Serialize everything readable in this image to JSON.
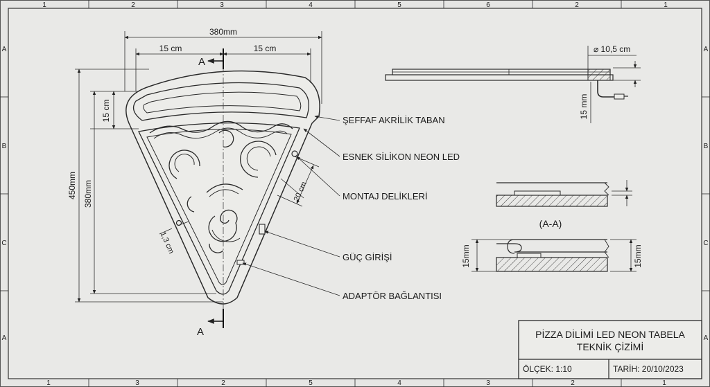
{
  "frame": {
    "top_zones": [
      "1",
      "2",
      "3",
      "4",
      "5",
      "6",
      "2",
      "1"
    ],
    "bottom_zones": [
      "1",
      "3",
      "2",
      "5",
      "4",
      "3",
      "2",
      "1"
    ],
    "left_zones": [
      "A",
      "B",
      "C",
      "A"
    ],
    "right_zones": [
      "A",
      "B",
      "C",
      "A"
    ]
  },
  "dimensions": {
    "overall_width": "380mm",
    "half_left": "15 cm",
    "half_right": "15 cm",
    "overall_height": "450mm",
    "inner_height": "380mm",
    "top_band": "15 cm",
    "hole_spacing": "20 cm",
    "offset": "1,3 cm",
    "side_diameter": "⌀ 10,5 cm",
    "side_thickness": "15 mm",
    "detail_height_left": "15mm",
    "detail_height_right": "15mm"
  },
  "section_marks": {
    "top": "A",
    "bottom": "A",
    "section_label": "(A-A)"
  },
  "callouts": [
    "ŞEFFAF AKRİLİK TABAN",
    "ESNEK SİLİKON NEON LED",
    "MONTAJ DELİKLERİ",
    "GÜÇ GİRİŞİ",
    "ADAPTÖR BAĞLANTISI"
  ],
  "title_block": {
    "title_line1": "PİZZA DİLİMİ LED NEON TABELA",
    "title_line2": "TEKNİK ÇİZİMİ",
    "scale": "ÖLÇEK: 1:10",
    "date": "TARİH: 20/10/2023"
  }
}
